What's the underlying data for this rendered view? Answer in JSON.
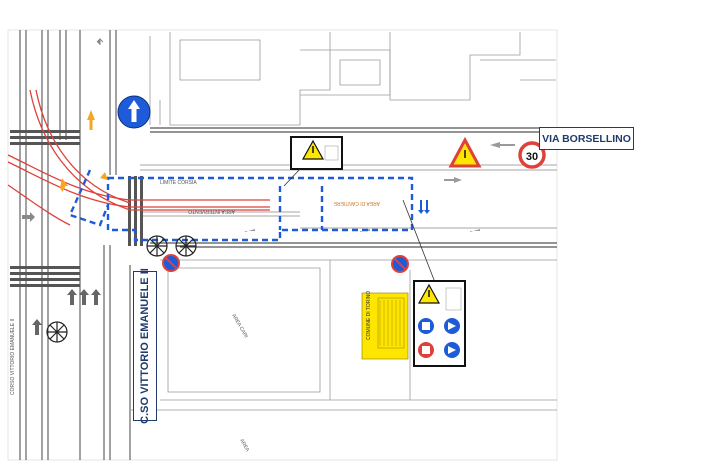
{
  "labels": {
    "street_top_right": "VIA BORSELLINO",
    "street_left": "C.SO VITTORIO EMANUELE II"
  },
  "signs": {
    "speed_limit": "30",
    "warning_icon": "roadworks-warning-icon",
    "municipality_panel": "COMUNE DI TORINO"
  },
  "colors": {
    "worksite_outline": "#1e5bd8",
    "tram_track": "#e0403a",
    "direction_arrow": "#f5a623",
    "sign_yellow": "#ffe600",
    "label_border": "#1f3a6b"
  }
}
